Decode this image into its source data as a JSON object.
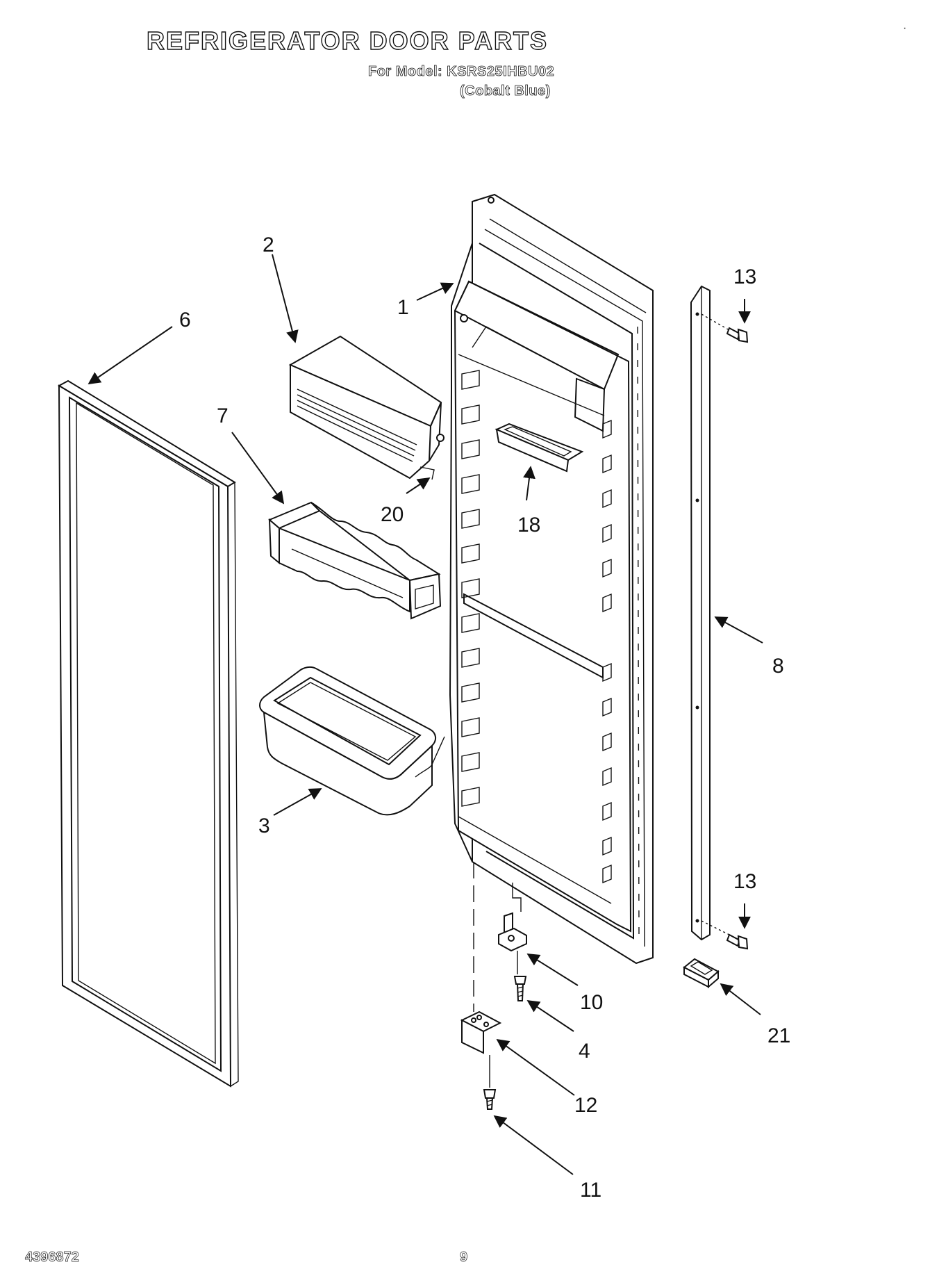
{
  "header": {
    "title": "REFRIGERATOR DOOR PARTS",
    "model_line": "For Model: KSRS25IHBU02",
    "color_line": "(Cobalt Blue)"
  },
  "footer": {
    "doc_number": "4396872",
    "page_number": "9"
  },
  "callouts": {
    "c1": "1",
    "c2": "2",
    "c3": "3",
    "c4": "4",
    "c6": "6",
    "c7": "7",
    "c8": "8",
    "c10": "10",
    "c11": "11",
    "c12": "12",
    "c13_top": "13",
    "c13_bottom": "13",
    "c18": "18",
    "c20": "20",
    "c21": "21"
  }
}
